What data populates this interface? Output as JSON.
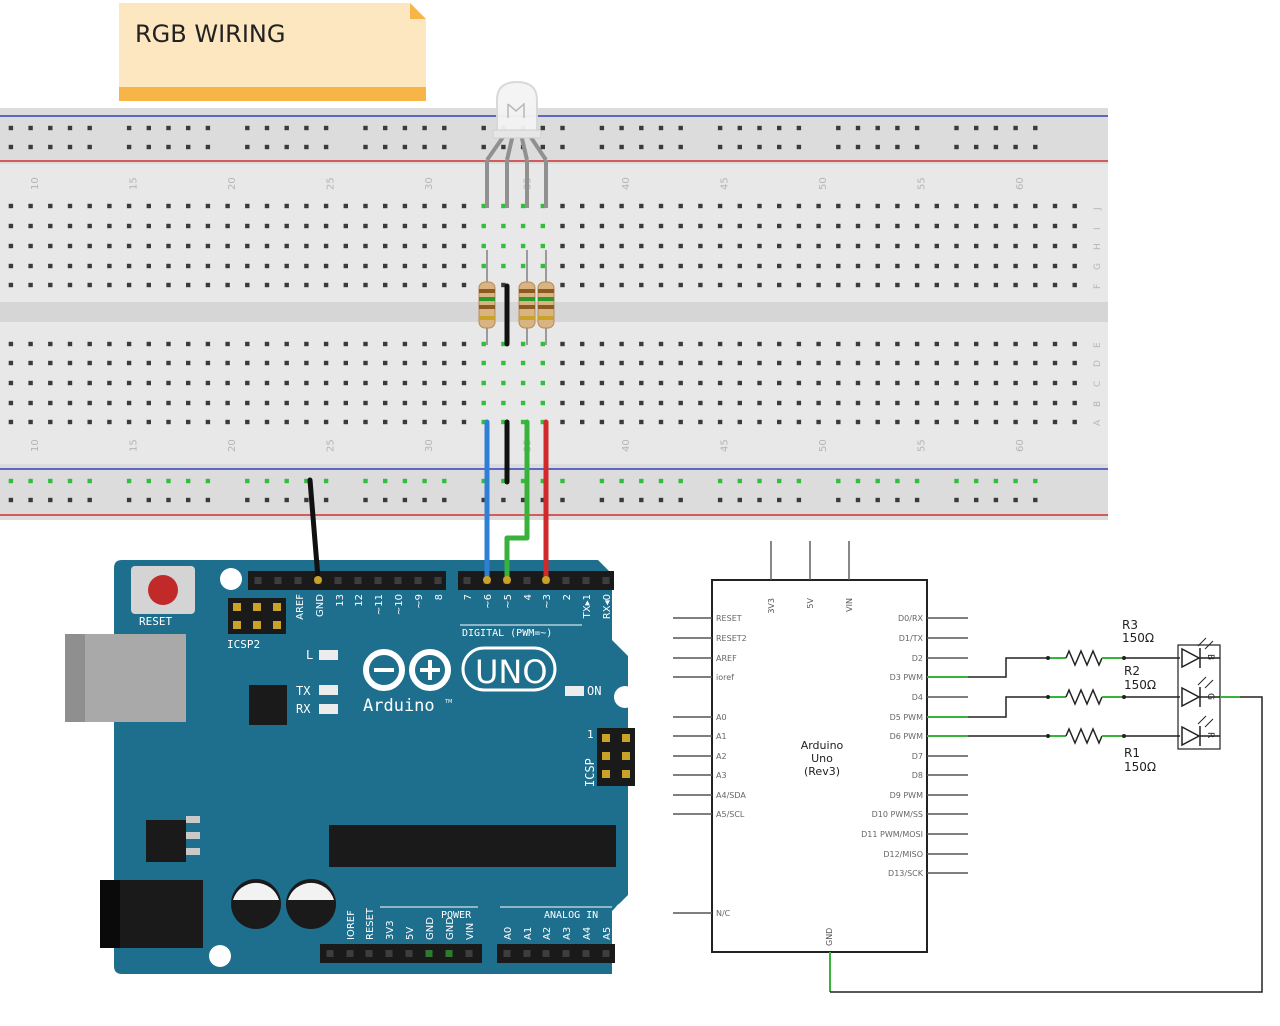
{
  "note": {
    "title": "RGB WIRING"
  },
  "breadboard": {
    "col_numbers_top": [
      "10",
      "15",
      "20",
      "25",
      "30",
      "35",
      "40",
      "45",
      "50",
      "55",
      "60"
    ],
    "col_numbers_bottom": [
      "10",
      "15",
      "20",
      "25",
      "30",
      "35",
      "40",
      "45",
      "50",
      "55",
      "60"
    ],
    "row_letters_top": [
      "J",
      "I",
      "H",
      "G",
      "F"
    ],
    "row_letters_bottom": [
      "E",
      "D",
      "C",
      "B",
      "A"
    ]
  },
  "arduino": {
    "reset_label": "RESET",
    "icsp2_label": "ICSP2",
    "icsp_label": "ICSP",
    "icsp_pin1": "1",
    "digital_label": "DIGITAL (PWM=~)",
    "top_pins": [
      "AREF",
      "GND",
      "13",
      "12",
      "~11",
      "~10",
      "~9",
      "8",
      "7",
      "~6",
      "~5",
      "4",
      "~3",
      "2",
      "TX▸1",
      "RX◂0"
    ],
    "l_label": "L",
    "tx_label": "TX",
    "rx_label": "RX",
    "on_label": "ON",
    "uno_label": "UNO",
    "brand": "Arduino",
    "tm": "TM",
    "power_label": "POWER",
    "analog_label": "ANALOG IN",
    "power_pins": [
      "IOREF",
      "RESET",
      "3V3",
      "5V",
      "GND",
      "GND",
      "VIN"
    ],
    "analog_pins": [
      "A0",
      "A1",
      "A2",
      "A3",
      "A4",
      "A5"
    ]
  },
  "schematic": {
    "top_pins": [
      "3V3",
      "5V",
      "VIN"
    ],
    "left_pins": [
      "RESET",
      "RESET2",
      "AREF",
      "ioref",
      "A0",
      "A1",
      "A2",
      "A3",
      "A4/SDA",
      "A5/SCL",
      "N/C"
    ],
    "right_pins": [
      "D0/RX",
      "D1/TX",
      "D2",
      "D3 PWM",
      "D4",
      "D5 PWM",
      "D6 PWM",
      "D7",
      "D8",
      "D9 PWM",
      "D10 PWM/SS",
      "D11 PWM/MOSI",
      "D12/MISO",
      "D13/SCK"
    ],
    "center_lines": [
      "Arduino",
      "Uno",
      "(Rev3)"
    ],
    "gnd_label": "GND",
    "resistors": [
      {
        "name": "R3",
        "value": "150Ω"
      },
      {
        "name": "R2",
        "value": "150Ω"
      },
      {
        "name": "R1",
        "value": "150Ω"
      }
    ],
    "led_letters": [
      "B",
      "G",
      "R"
    ]
  },
  "colors": {
    "board": "#1e6e8e",
    "wire_blue": "#2f7fd6",
    "wire_green": "#38b23a",
    "wire_red": "#d22a2a",
    "note_bg": "#fde7c0",
    "note_bar": "#f6b546"
  }
}
